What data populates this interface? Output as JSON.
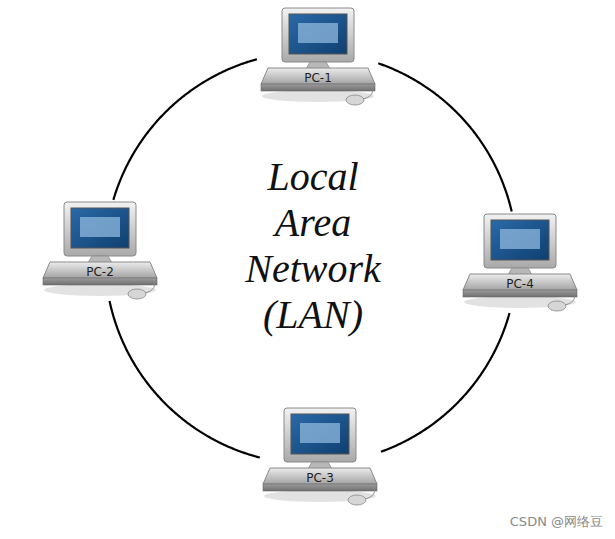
{
  "diagram": {
    "nodes": [
      {
        "text": [
          "PC-1"
        ]
      },
      {
        "text": [
          "PC-2"
        ]
      },
      {
        "text": [
          "PC-4"
        ]
      },
      {
        "text": [
          "PC-3"
        ]
      }
    ],
    "edges": [
      {
        "from": 0,
        "to": 1,
        "arrow": "none"
      },
      {
        "from": 1,
        "to": 3,
        "arrow": "none"
      },
      {
        "from": 3,
        "to": 2,
        "arrow": "none"
      },
      {
        "from": 2,
        "to": 0,
        "arrow": "none"
      }
    ],
    "labels": [
      "Local Area Network (LAN)",
      "CSDN @网络豆"
    ]
  }
}
